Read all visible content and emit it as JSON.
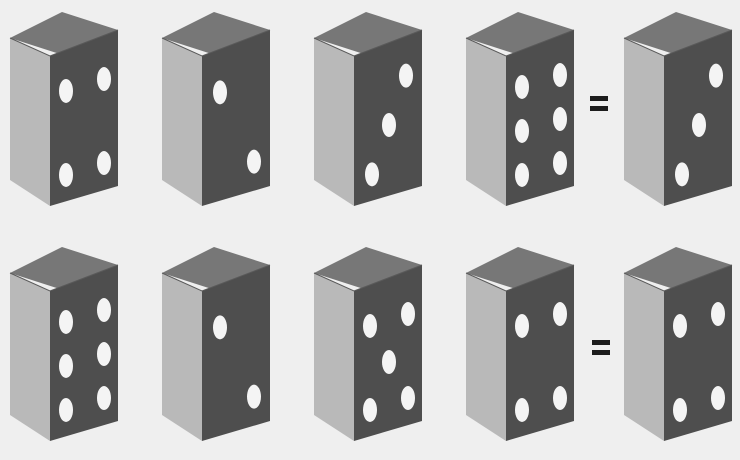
{
  "puzzle": {
    "rows": [
      {
        "dice": [
          4,
          2,
          3,
          6
        ],
        "result": 3,
        "equals_symbol": "="
      },
      {
        "dice": [
          6,
          2,
          5,
          4
        ],
        "result": 4,
        "equals_symbol": "="
      }
    ]
  },
  "colors": {
    "background": "#efefef",
    "die_top": "#777777",
    "die_side": "#b9b9b9",
    "die_front": "#4e4e4e",
    "pip": "#f4f4f4",
    "equals": "#1c1c1c"
  }
}
